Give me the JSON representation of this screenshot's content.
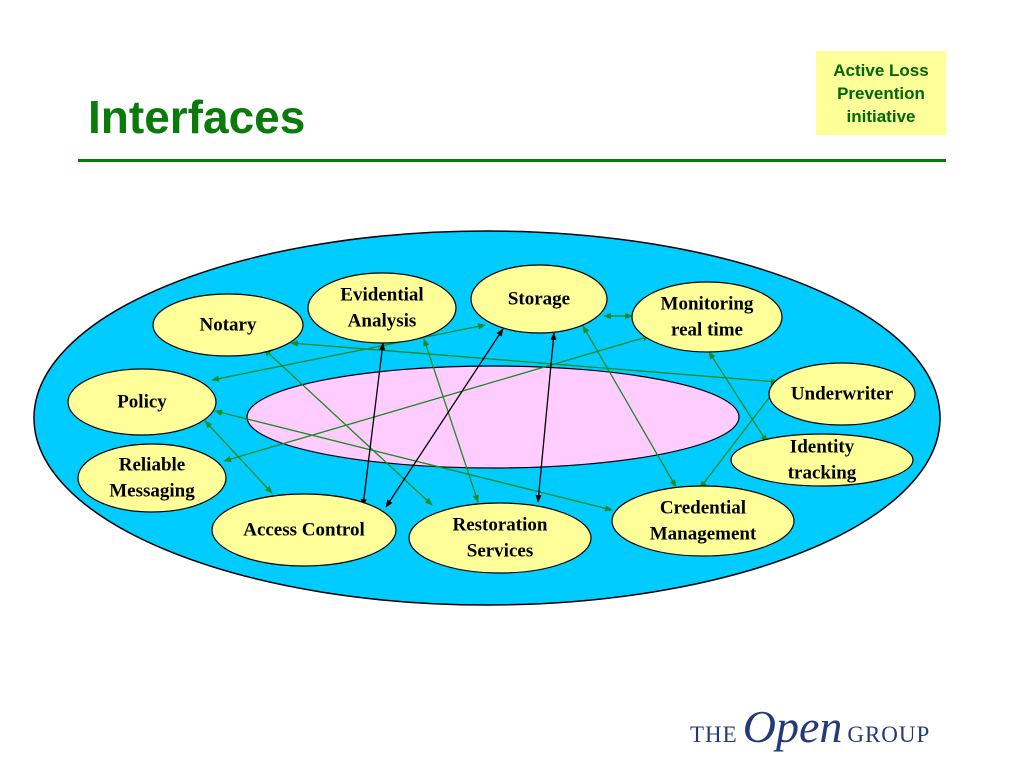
{
  "slide": {
    "title": "Interfaces"
  },
  "badge": {
    "lines": [
      "Active Loss",
      "Prevention",
      "initiative"
    ]
  },
  "diagram": {
    "nodes": [
      {
        "id": "notary",
        "lines": [
          "Notary"
        ]
      },
      {
        "id": "evidential-analysis",
        "lines": [
          "Evidential",
          "Analysis"
        ]
      },
      {
        "id": "storage",
        "lines": [
          "Storage"
        ]
      },
      {
        "id": "monitoring",
        "lines": [
          "Monitoring",
          "real time"
        ]
      },
      {
        "id": "policy",
        "lines": [
          "Policy"
        ]
      },
      {
        "id": "underwriter",
        "lines": [
          "Underwriter"
        ]
      },
      {
        "id": "identity-tracking",
        "lines": [
          "Identity",
          "tracking"
        ]
      },
      {
        "id": "reliable-messaging",
        "lines": [
          "Reliable",
          "Messaging"
        ]
      },
      {
        "id": "access-control",
        "lines": [
          "Access Control"
        ]
      },
      {
        "id": "restoration-services",
        "lines": [
          "Restoration",
          "Services"
        ]
      },
      {
        "id": "credential-management",
        "lines": [
          "Credential",
          "Management"
        ]
      }
    ],
    "edges": [
      {
        "from": "notary",
        "to": "restoration-services",
        "color": "green"
      },
      {
        "from": "notary",
        "to": "underwriter",
        "color": "green"
      },
      {
        "from": "policy",
        "to": "storage",
        "color": "green"
      },
      {
        "from": "policy",
        "to": "credential-management",
        "color": "green"
      },
      {
        "from": "policy",
        "to": "access-control",
        "color": "green"
      },
      {
        "from": "reliable-messaging",
        "to": "monitoring",
        "color": "green"
      },
      {
        "from": "evidential-analysis",
        "to": "access-control",
        "color": "black"
      },
      {
        "from": "evidential-analysis",
        "to": "restoration-services",
        "color": "green"
      },
      {
        "from": "storage",
        "to": "access-control",
        "color": "black"
      },
      {
        "from": "storage",
        "to": "restoration-services",
        "color": "black"
      },
      {
        "from": "storage",
        "to": "monitoring",
        "color": "green"
      },
      {
        "from": "storage",
        "to": "credential-management",
        "color": "green"
      },
      {
        "from": "monitoring",
        "to": "identity-tracking",
        "color": "green"
      },
      {
        "from": "underwriter",
        "to": "credential-management",
        "color": "green"
      }
    ]
  },
  "logo": {
    "the": "THE",
    "open": "Open",
    "group": "GROUP"
  },
  "colors": {
    "title": "#0a7a0a",
    "outer": "#00ccff",
    "inner": "#ffccff",
    "node": "#ffff99",
    "edgeGreen": "#1f8a1f",
    "edgeBlack": "#000000",
    "logo": "#223a78"
  }
}
